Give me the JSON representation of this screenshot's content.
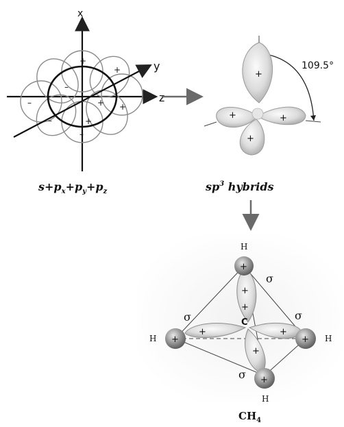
{
  "diagram": {
    "axes": {
      "x": "x",
      "y": "y",
      "z": "z"
    },
    "angle": "109.5°",
    "plus": "+",
    "minus": "–",
    "sigma": "σ",
    "hydrogen": "H",
    "carbon": "C",
    "captions": {
      "orbitals": "s+px+py+pz",
      "hybrids": "sp3 hybrids",
      "methane": "CH4"
    },
    "caption_parts": {
      "s": "s",
      "plus": "+",
      "p": "p",
      "x": "x",
      "y": "y",
      "z": "z",
      "sp": "sp",
      "three": "3",
      "hybrids": " hybrids",
      "ch": "CH",
      "four": "4"
    }
  }
}
